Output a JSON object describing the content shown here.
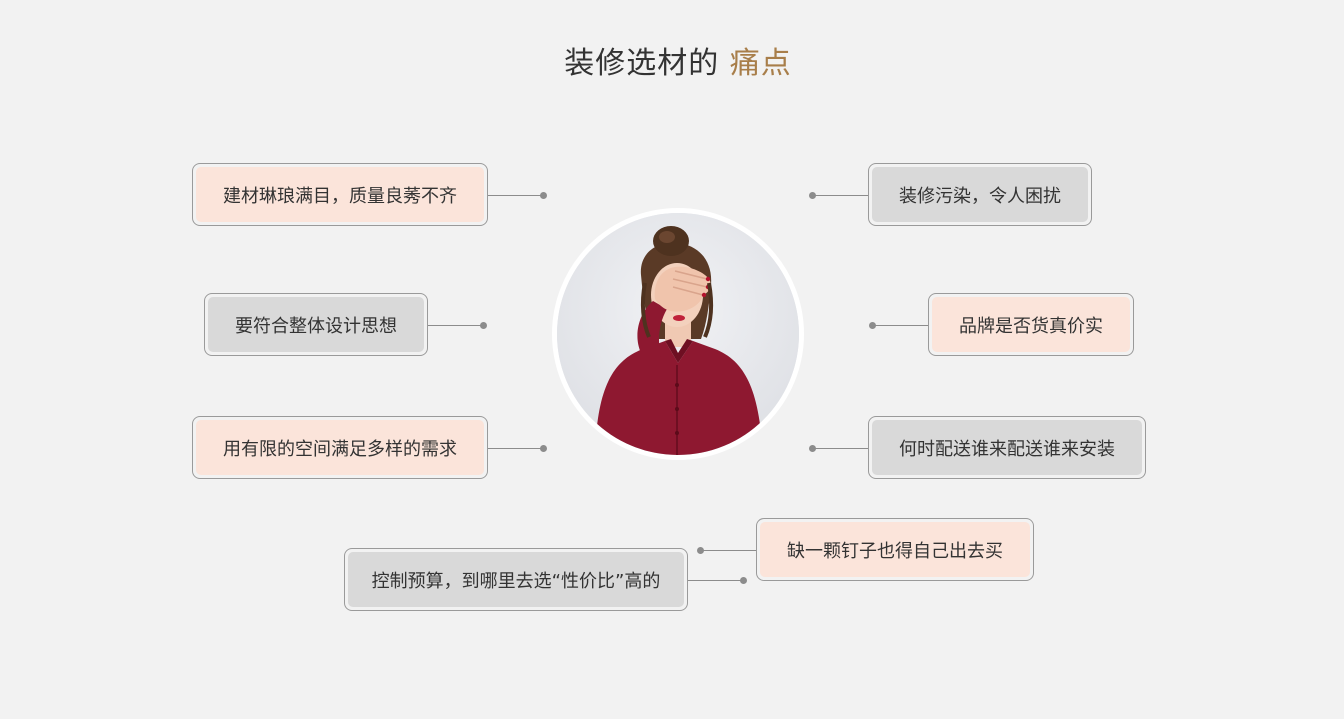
{
  "title": {
    "main": "装修选材的",
    "accent": "痛点"
  },
  "points": [
    "建材琳琅满目，质量良莠不齐",
    "装修污染，令人困扰",
    "要符合整体设计思想",
    "品牌是否货真价实",
    "用有限的空间满足多样的需求",
    "何时配送谁来配送谁来安装",
    "缺一颗钉子也得自己出去买",
    "控制预算，到哪里去选“性价比”高的"
  ],
  "colors": {
    "accent": "#a87e4a",
    "peach": "#fbe4da",
    "gray": "#d9d9d9",
    "background": "#f2f2f2",
    "shirt": "#8e1830"
  },
  "image": {
    "subject": "woman-facepalm-photo"
  }
}
